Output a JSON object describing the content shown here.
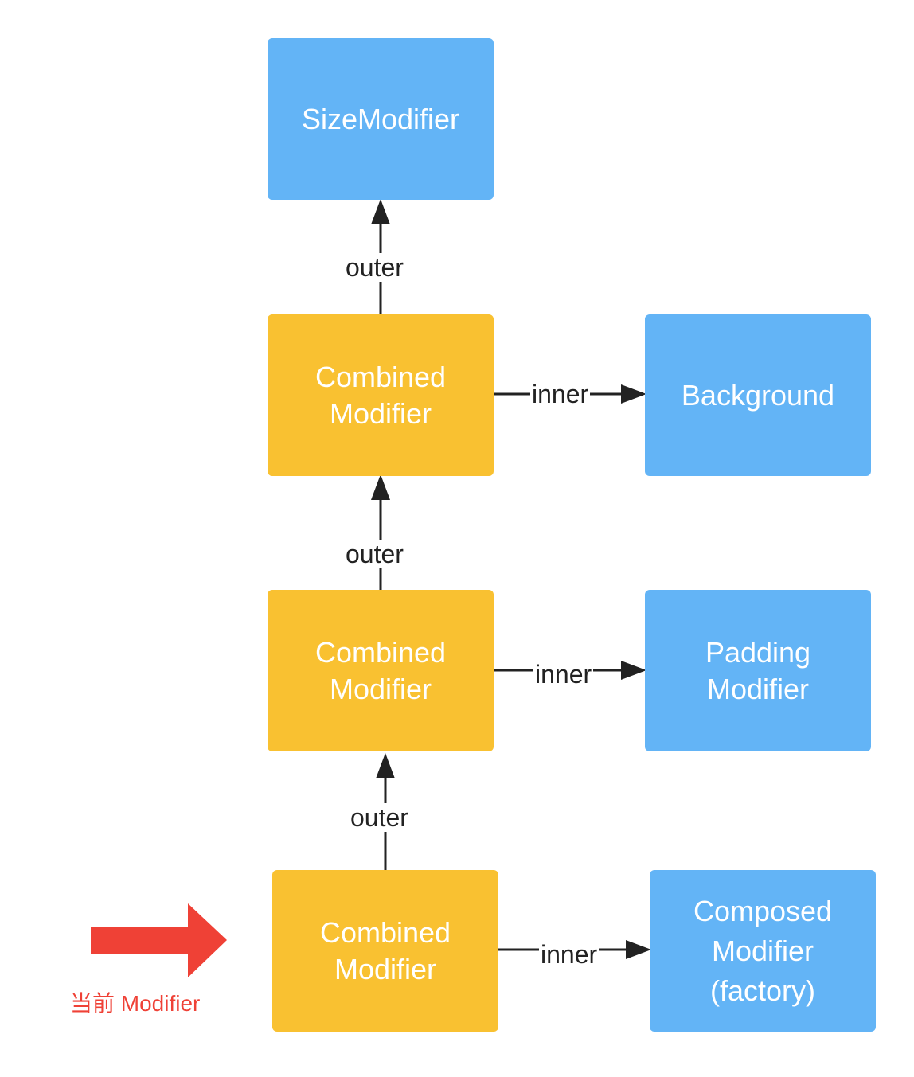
{
  "colors": {
    "blue_node": "#63b4f6",
    "yellow_node": "#f9c131",
    "edge": "#222222",
    "pointer": "#ef4136"
  },
  "nodes": {
    "size_modifier": {
      "lines": [
        "SizeModifier"
      ]
    },
    "combined_top": {
      "lines": [
        "Combined",
        "Modifier"
      ]
    },
    "background": {
      "lines": [
        "Background"
      ]
    },
    "combined_middle": {
      "lines": [
        "Combined",
        "Modifier"
      ]
    },
    "padding_modifier": {
      "lines": [
        "Padding",
        "Modifier"
      ]
    },
    "combined_bottom": {
      "lines": [
        "Combined",
        "Modifier"
      ]
    },
    "composed_modifier": {
      "lines": [
        "Composed",
        "Modifier",
        "(factory)"
      ]
    }
  },
  "edges": {
    "outer_top": "outer",
    "outer_middle": "outer",
    "outer_bottom": "outer",
    "inner_top": "inner",
    "inner_middle": "inner",
    "inner_bottom": "inner"
  },
  "pointer": {
    "label": "当前 Modifier",
    "icon": "right-arrow-icon"
  }
}
